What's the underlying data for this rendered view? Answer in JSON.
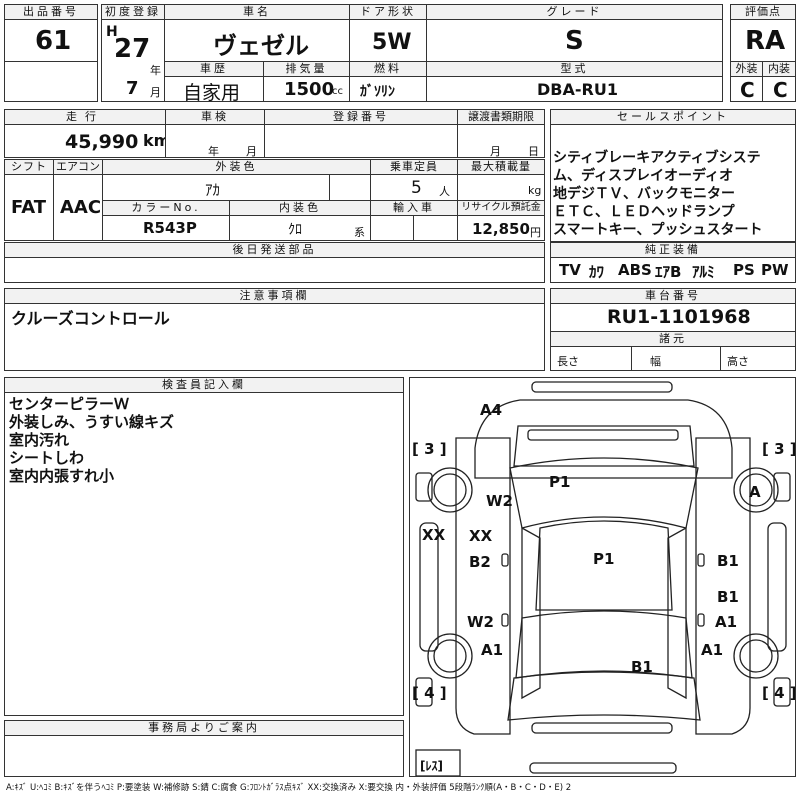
{
  "header": {
    "lot_no_label": "出品番号",
    "lot_no": "61",
    "first_reg_label": "初度登録",
    "era": "H",
    "year": "27",
    "year_unit": "年",
    "month": "7",
    "month_unit": "月",
    "car_name_label": "車名",
    "car_name": "ヴェゼル",
    "door_label": "ドア形状",
    "door": "5W",
    "grade_label": "グレード",
    "grade": "S",
    "score_label": "評価点",
    "score": "RA",
    "history_label": "車歴",
    "history": "自家用",
    "displacement_label": "排気量",
    "displacement": "1500",
    "displacement_unit": "cc",
    "fuel_label": "燃料",
    "fuel": "ｶﾞｿﾘﾝ",
    "model_label": "型式",
    "model": "DBA-RU1",
    "exterior_label": "外装",
    "exterior": "C",
    "interior_label": "内装",
    "interior": "C"
  },
  "specs": {
    "mileage_label": "走行",
    "mileage": "45,990",
    "mileage_unit": "km",
    "inspection_label": "車検",
    "inspection_year_unit": "年",
    "inspection_month_unit": "月",
    "reg_no_label": "登録番号",
    "transfer_label": "譲渡書類期限",
    "transfer_month_unit": "月",
    "transfer_day_unit": "日",
    "shift_label": "シフト",
    "shift": "FAT",
    "aircon_label": "エアコン",
    "aircon": "AAC",
    "ext_color_label": "外装色",
    "ext_color": "ｱｶ",
    "capacity_label": "乗車定員",
    "capacity": "5",
    "capacity_unit": "人",
    "max_load_label": "最大積載量",
    "max_load_unit": "kg",
    "color_no_label": "カラーNo.",
    "color_no": "R543P",
    "int_color_label": "内装色",
    "int_color": "ｸﾛ",
    "int_color_unit": "系",
    "import_label": "輸入車",
    "recycle_label": "リサイクル預託金",
    "recycle": "12,850",
    "recycle_unit": "円",
    "later_parts_label": "後日発送部品"
  },
  "sales_points": {
    "label": "セールスポイント",
    "lines": [
      "シティブレーキアクティブシステ",
      "ム、ディスプレイオーディオ",
      "地デジＴＶ、バックモニター",
      "ＥＴＣ、ＬＥＤヘッドランプ",
      "スマートキー、プッシュスタート"
    ]
  },
  "equipment": {
    "label": "純正装備",
    "items": [
      "TV",
      "ｶﾜ",
      "ABS",
      "ｴｱB",
      "ｱﾙﾐ",
      "PS",
      "PW"
    ]
  },
  "caution": {
    "label": "注意事項欄",
    "text": "クルーズコントロール"
  },
  "chassis": {
    "label": "車台番号",
    "number": "RU1-1101968",
    "dims_label": "諸元",
    "length_label": "長さ",
    "width_label": "幅",
    "height_label": "高さ"
  },
  "inspector": {
    "label": "検査員記入欄",
    "lines": [
      "センターピラーＷ",
      "外装しみ、うすい線キズ",
      "室内汚れ",
      "シートしわ",
      "室内内張すれ小"
    ]
  },
  "office": {
    "label": "事務局よりご案内"
  },
  "diagram": {
    "marks": {
      "a4": "A4",
      "bracket_3_left": "[ 3 ]",
      "bracket_3_right": "[ 3 ]",
      "p1_hood": "P1",
      "w2_front_left": "W2",
      "a_front_right_wheel": "A",
      "xx_left_wheel": "XX",
      "xx_left_front_door": "XX",
      "b2_left_front_door": "B2",
      "p1_roof": "P1",
      "b1_right_front_door": "B1",
      "b1_right_rear_door": "B1",
      "a1_right_rear_door": "A1",
      "w2_left_rear_door": "W2",
      "a1_left_rear": "A1",
      "a1_right_rear": "A1",
      "b1_rear": "B1",
      "bracket_4_left": "[ 4 ]",
      "bracket_4_right": "[ 4 ]",
      "tire_rest": "[ﾚｽ]"
    },
    "legend": "A:ｷｽﾞ U:ﾍｺﾐ B:ｷｽﾞを伴うﾍｺﾐ P:要塗装 W:補修跡 S:錆 C:腐食 G:ﾌﾛﾝﾄｶﾞﾗｽ点ｷｽﾞ XX:交換済み X:要交換 内・外装評価 5段階ﾗﾝｸ順(A・B・C・D・E) 2"
  }
}
